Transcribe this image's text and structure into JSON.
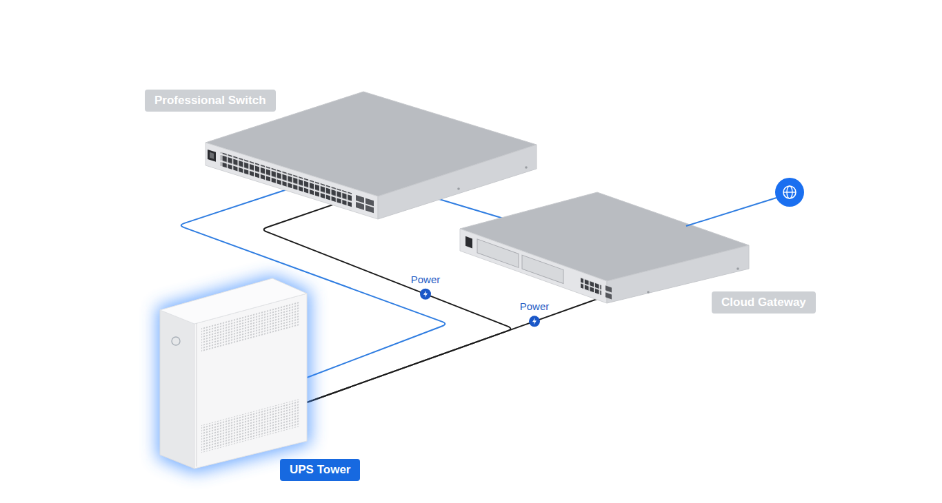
{
  "diagram": {
    "nodes": [
      {
        "text": [
          "Professional Switch"
        ]
      },
      {
        "text": [
          "Cloud Gateway"
        ]
      },
      {
        "text": [
          "UPS Tower"
        ]
      }
    ],
    "edges": [
      {
        "from": 0,
        "to": 2,
        "arrow": "none"
      },
      {
        "from": 0,
        "to": 1,
        "arrow": "none"
      },
      {
        "from": 0,
        "to": 2,
        "label": "Power",
        "arrow": "none"
      },
      {
        "from": 1,
        "to": 2,
        "label": "Power",
        "arrow": "none"
      }
    ]
  }
}
